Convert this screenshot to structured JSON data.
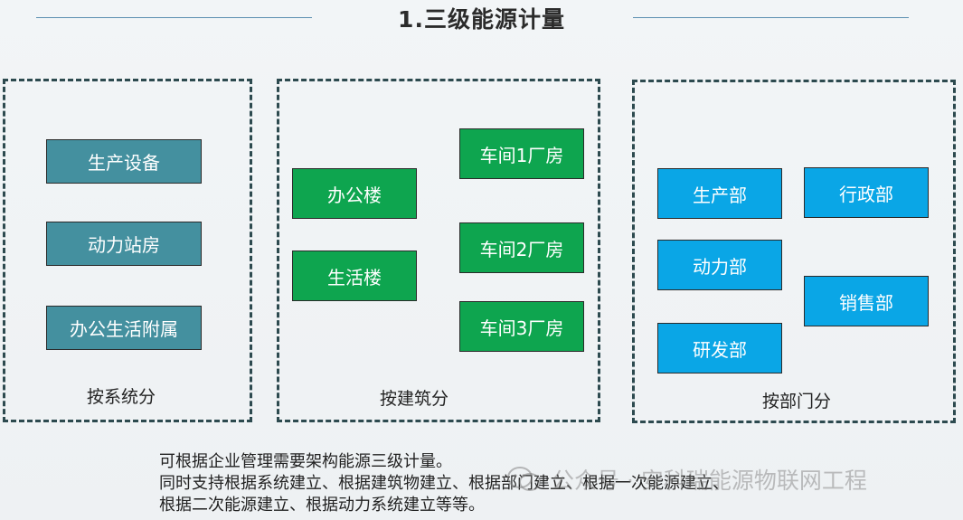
{
  "title": "1.三级能源计量",
  "groups": {
    "system": {
      "label": "按系统分",
      "items": [
        "生产设备",
        "动力站房",
        "办公生活附属"
      ]
    },
    "building": {
      "label": "按建筑分",
      "items": [
        "办公楼",
        "生活楼",
        "车间1厂房",
        "车间2厂房",
        "车间3厂房"
      ]
    },
    "department": {
      "label": "按部门分",
      "items": [
        "生产部",
        "动力部",
        "研发部",
        "行政部",
        "销售部"
      ]
    }
  },
  "footer": [
    "可根据企业管理需要架构能源三级计量。",
    "同时支持根据系统建立、根据建筑物建立、根据部门建立、根据一次能源建立、",
    "根据二次能源建立、根据动力系统建立等等。"
  ],
  "watermark": "公众号 · 安科瑞能源物联网工程",
  "colors": {
    "system_box": "#44909f",
    "building_box": "#0ea54f",
    "department_box": "#0aa6e6",
    "border": "#2d4a4f"
  }
}
